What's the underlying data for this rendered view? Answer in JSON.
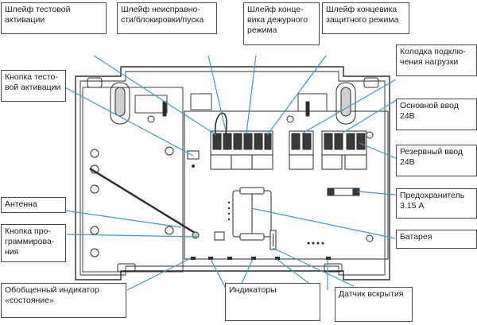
{
  "callouts": {
    "test_loop": "Шлейф тестовой активации",
    "fault_loop": "Шлейф неисправно-сти/блокировки/пуска",
    "standby_limit": "Шлейф конце-вика дежурного режима",
    "protect_limit": "Шлейф концевика защитного режима",
    "load_terminal": "Колодка подклю-чения нагрузки",
    "test_button": "Кнопка тесто-вой активации",
    "main_input": "Основной ввод 24В",
    "backup_input": "Резервный ввод 24В",
    "antenna": "Антенна",
    "fuse": "Предохранитель 3.15 А",
    "prog_button": "Кнопка про-граммирова-ния",
    "battery": "Батарея",
    "status_led": "Обобщенный индикатор «состояние»",
    "indicators": "Индикаторы",
    "tamper": "Датчик вскрытия"
  },
  "colors": {
    "leader": "#3f97c9",
    "outline": "#2b2b2b",
    "callout_border": "#4a4a4a"
  }
}
